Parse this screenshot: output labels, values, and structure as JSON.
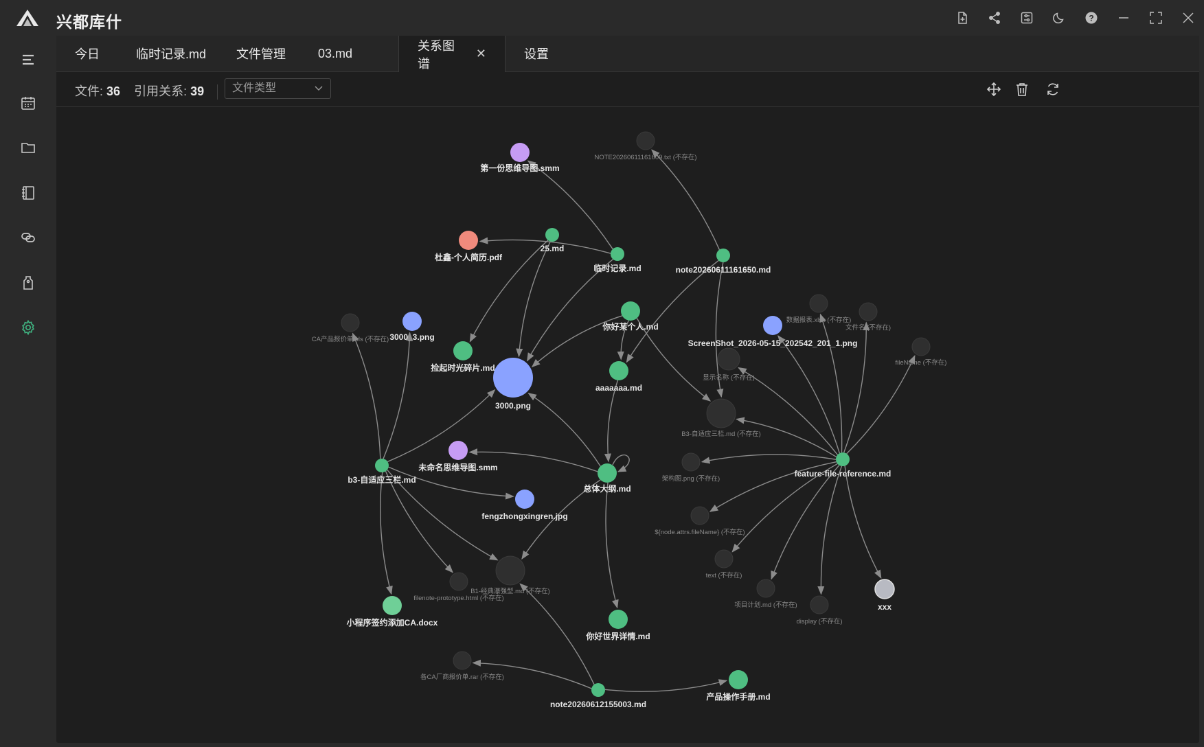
{
  "app": {
    "title": "兴都库什"
  },
  "window_icons": [
    "new-file-icon",
    "share-icon",
    "settings-panel-icon",
    "moon-icon",
    "help-icon",
    "minimize-icon",
    "fullscreen-icon",
    "close-icon"
  ],
  "sidebar": {
    "items": [
      {
        "icon": "menu-icon"
      },
      {
        "icon": "calendar-icon"
      },
      {
        "icon": "folder-icon"
      },
      {
        "icon": "notebook-icon"
      },
      {
        "icon": "link-icon"
      },
      {
        "icon": "tag-icon"
      },
      {
        "icon": "gear-icon",
        "active": true
      }
    ]
  },
  "tabs": [
    {
      "label": "今日"
    },
    {
      "label": "临时记录.md"
    },
    {
      "label": "文件管理"
    },
    {
      "label": "03.md"
    },
    {
      "label": "关系图谱",
      "active": true,
      "closable": true
    },
    {
      "label": "设置"
    }
  ],
  "toolbar": {
    "files_label": "文件:",
    "files_count": "36",
    "refs_label": "引用关系:",
    "refs_count": "39",
    "filter_placeholder": "文件类型",
    "tools": [
      "move-icon",
      "trash-icon",
      "refresh-icon"
    ]
  },
  "colors": {
    "md": "#4fbe82",
    "image": "#8aa2ff",
    "mindmap": "#c69cf4",
    "pdf": "#f08a7c",
    "docx": "#6fcf97",
    "missing": "#2f2f2f",
    "other": "#b8bac2",
    "edge": "#8c8c8c",
    "accent": "#3fb07f"
  },
  "graph": {
    "nodes": [
      {
        "id": "n1",
        "label": "第一份思维导图.smm",
        "kind": "mindmap"
      },
      {
        "id": "n2",
        "label": "NOTE20260611161609.txt (不存在)",
        "kind": "missing"
      },
      {
        "id": "n3",
        "label": "杜鑫-个人简历.pdf",
        "kind": "pdf"
      },
      {
        "id": "n4",
        "label": "25.md",
        "kind": "md"
      },
      {
        "id": "n5",
        "label": "临时记录.md",
        "kind": "md"
      },
      {
        "id": "n6",
        "label": "note20260611161650.md",
        "kind": "md"
      },
      {
        "id": "n7",
        "label": "CA产品报价单.xls (不存在)",
        "kind": "missing"
      },
      {
        "id": "n8",
        "label": "3000_3.png",
        "kind": "image"
      },
      {
        "id": "n9",
        "label": "捡起时光碎片.md",
        "kind": "md"
      },
      {
        "id": "n10",
        "label": "3000.png",
        "kind": "image"
      },
      {
        "id": "n11",
        "label": "你好某个人.md",
        "kind": "md"
      },
      {
        "id": "n12",
        "label": "aaaaaaa.md",
        "kind": "md"
      },
      {
        "id": "n13",
        "label": "ScreenShot_2026-05-15_202542_201_1.png",
        "kind": "image"
      },
      {
        "id": "n14",
        "label": "数据报表.xlsx (不存在)",
        "kind": "missing"
      },
      {
        "id": "n15",
        "label": "文件名 (不存在)",
        "kind": "missing"
      },
      {
        "id": "n16",
        "label": "fileName (不存在)",
        "kind": "missing"
      },
      {
        "id": "n17",
        "label": "显示名称 (不存在)",
        "kind": "missing"
      },
      {
        "id": "n18",
        "label": "B3-自适应三栏.md (不存在)",
        "kind": "missing"
      },
      {
        "id": "n19",
        "label": "未命名思维导图.smm",
        "kind": "mindmap"
      },
      {
        "id": "n20",
        "label": "b3-自适应三栏.md",
        "kind": "md"
      },
      {
        "id": "n21",
        "label": "总体大纲.md",
        "kind": "md"
      },
      {
        "id": "n22",
        "label": "fengzhongxingren.jpg",
        "kind": "image"
      },
      {
        "id": "n23",
        "label": "架构图.png (不存在)",
        "kind": "missing"
      },
      {
        "id": "n24",
        "label": "feature-file-reference.md",
        "kind": "md"
      },
      {
        "id": "n25",
        "label": "${node.attrs.fileName} (不存在)",
        "kind": "missing"
      },
      {
        "id": "n26",
        "label": "text (不存在)",
        "kind": "missing"
      },
      {
        "id": "n27",
        "label": "filenote-prototype.html (不存在)",
        "kind": "missing"
      },
      {
        "id": "n28",
        "label": "B1-经典瀑强型.md (不存在)",
        "kind": "missing"
      },
      {
        "id": "n29",
        "label": "项目计划.md (不存在)",
        "kind": "missing"
      },
      {
        "id": "n30",
        "label": "display (不存在)",
        "kind": "missing"
      },
      {
        "id": "n31",
        "label": "xxx",
        "kind": "other"
      },
      {
        "id": "n32",
        "label": "小程序签约添加CA.docx",
        "kind": "docx"
      },
      {
        "id": "n33",
        "label": "你好世界详情.md",
        "kind": "md"
      },
      {
        "id": "n34",
        "label": "各CA厂商报价单.rar (不存在)",
        "kind": "missing"
      },
      {
        "id": "n35",
        "label": "产品操作手册.md",
        "kind": "md"
      },
      {
        "id": "n36",
        "label": "note20260612155003.md",
        "kind": "md"
      }
    ]
  }
}
